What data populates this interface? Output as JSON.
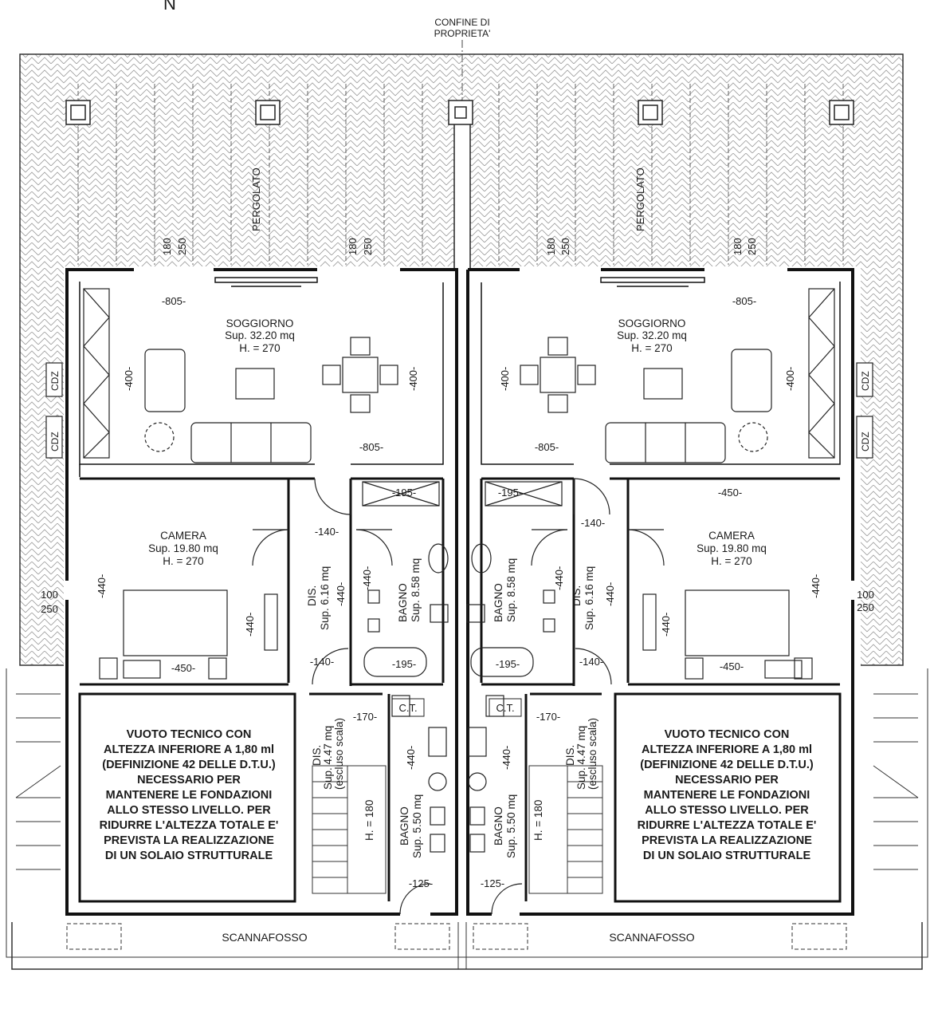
{
  "header": {
    "compass": "N",
    "property_line": [
      "CONFINE DI",
      "PROPRIETA'"
    ]
  },
  "pergola": "PERGOLATO",
  "dims": {
    "d180": "180",
    "d250": "250",
    "d805": "-805-",
    "d400": "-400-",
    "d195": "-195-",
    "d140": "-140-",
    "d440": "-440-",
    "d450": "-450-",
    "d170": "-170-",
    "d125": "-125-",
    "d100": "100"
  },
  "cdz": "CDZ",
  "ct": "C.T.",
  "living": [
    "SOGGIORNO",
    "Sup. 32.20 mq",
    "H. = 270"
  ],
  "bedroom": [
    "CAMERA",
    "Sup. 19.80 mq",
    "H. = 270"
  ],
  "dis1": [
    "DIS.",
    "Sup. 6.16 mq"
  ],
  "bath1": [
    "BAGNO",
    "Sup. 8.58 mq"
  ],
  "dis2": [
    "DIS.",
    "Sup. 4.47 mq",
    "(escluso scala)"
  ],
  "bath2": [
    "BAGNO",
    "Sup. 5.50 mq"
  ],
  "stair_h": "H. = 180",
  "void_note": [
    "VUOTO TECNICO CON",
    "ALTEZZA INFERIORE A 1,80 ml",
    "(DEFINIZIONE 42 DELLE D.T.U.)",
    "NECESSARIO PER",
    "MANTENERE LE FONDAZIONI",
    "ALLO STESSO LIVELLO. PER",
    "RIDURRE L'ALTEZZA TOTALE E'",
    "PREVISTA LA REALIZZAZIONE",
    "DI UN SOLAIO STRUTTURALE"
  ],
  "scannafosso": "SCANNAFOSSO"
}
